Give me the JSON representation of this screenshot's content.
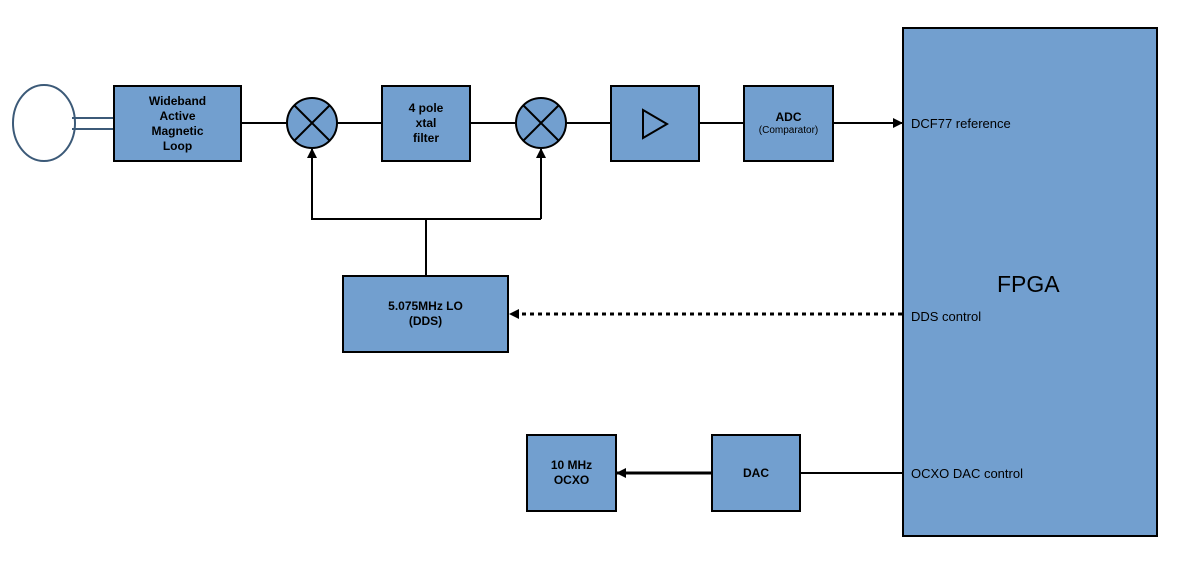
{
  "colors": {
    "block_fill": "#729fcf",
    "stroke": "#000000",
    "background": "#ffffff"
  },
  "blocks": {
    "antenna": {
      "label": "Wideband\nActive\nMagnetic\nLoop"
    },
    "filter": {
      "label": "4 pole\nxtal\nfilter"
    },
    "amplifier": {
      "icon": "triangle-amplifier-icon"
    },
    "adc": {
      "label": "ADC",
      "sublabel": "(Comparator)"
    },
    "lo": {
      "label": "5.075MHz LO\n(DDS)"
    },
    "dac": {
      "label": "DAC"
    },
    "ocxo": {
      "label": "10 MHz\nOCXO"
    },
    "fpga": {
      "label": "FPGA"
    }
  },
  "fpga_ports": {
    "dcf77": "DCF77 reference",
    "dds": "DDS control",
    "ocxo_dac": "OCXO DAC control"
  },
  "mixers": [
    {
      "icon": "mixer-icon"
    },
    {
      "icon": "mixer-icon"
    }
  ],
  "connections": [
    {
      "from": "antenna",
      "to": "mixer-1",
      "style": "solid"
    },
    {
      "from": "mixer-1",
      "to": "filter",
      "style": "solid"
    },
    {
      "from": "filter",
      "to": "mixer-2",
      "style": "solid"
    },
    {
      "from": "mixer-2",
      "to": "amplifier",
      "style": "solid"
    },
    {
      "from": "amplifier",
      "to": "adc",
      "style": "solid"
    },
    {
      "from": "adc",
      "to": "fpga",
      "style": "solid-arrow"
    },
    {
      "from": "lo",
      "to": "mixer-1",
      "style": "solid-arrow"
    },
    {
      "from": "lo",
      "to": "mixer-2",
      "style": "solid-arrow"
    },
    {
      "from": "fpga",
      "to": "lo",
      "style": "dashed-arrow"
    },
    {
      "from": "fpga",
      "to": "dac",
      "style": "solid"
    },
    {
      "from": "dac",
      "to": "ocxo",
      "style": "solid-arrow"
    }
  ]
}
